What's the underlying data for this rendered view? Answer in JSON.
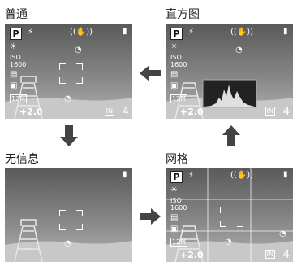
{
  "panels": {
    "normal": {
      "title": "普通"
    },
    "histogram": {
      "title": "直方图"
    },
    "noinfo": {
      "title": "无信息"
    },
    "grid": {
      "title": "网格"
    }
  },
  "osd": {
    "mode": "P",
    "iso_top": "ISO",
    "iso_bottom": "1600",
    "exposure": "+2.0",
    "shots_left": "4",
    "memory": "IN",
    "size": "12M"
  },
  "icons": [
    "mode-p-icon",
    "flash-icon",
    "image-stabilizer-icon",
    "wb-sun-icon",
    "self-timer-icon",
    "drive-icon",
    "battery-icon",
    "metering-icon",
    "histogram",
    "arrow-left",
    "arrow-up",
    "arrow-down",
    "arrow-right"
  ]
}
